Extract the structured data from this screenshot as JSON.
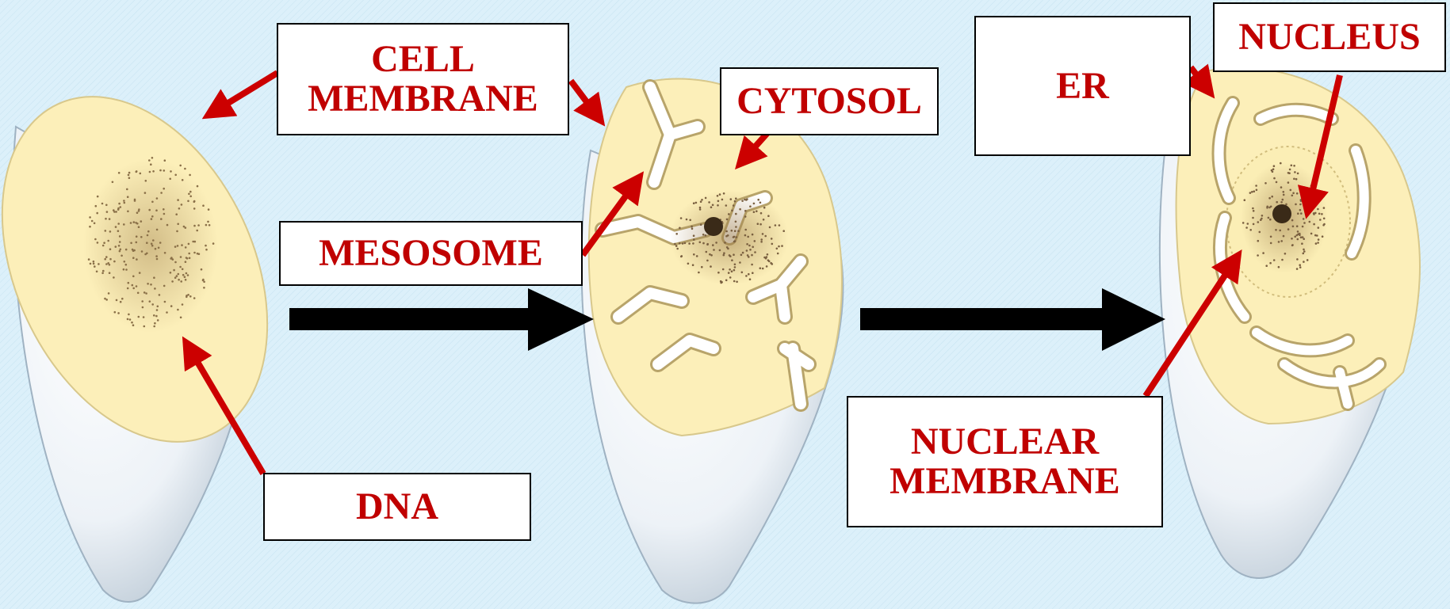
{
  "diagram": {
    "labels": {
      "cell_membrane": "CELL\nMEMBRANE",
      "cytosol": "CYTOSOL",
      "er": "ER",
      "nucleus": "NUCLEUS",
      "mesosome": "MESOSOME",
      "dna": "DNA",
      "nuclear_membrane": "NUCLEAR\nMEMBRANE"
    }
  },
  "colors": {
    "background": "#dcf0fa",
    "label_text": "#c00000",
    "pointer_arrow": "#cc0000",
    "process_arrow": "#000000",
    "cytoplasm": "#fcefb9",
    "cell_body": "#e4eef5"
  }
}
